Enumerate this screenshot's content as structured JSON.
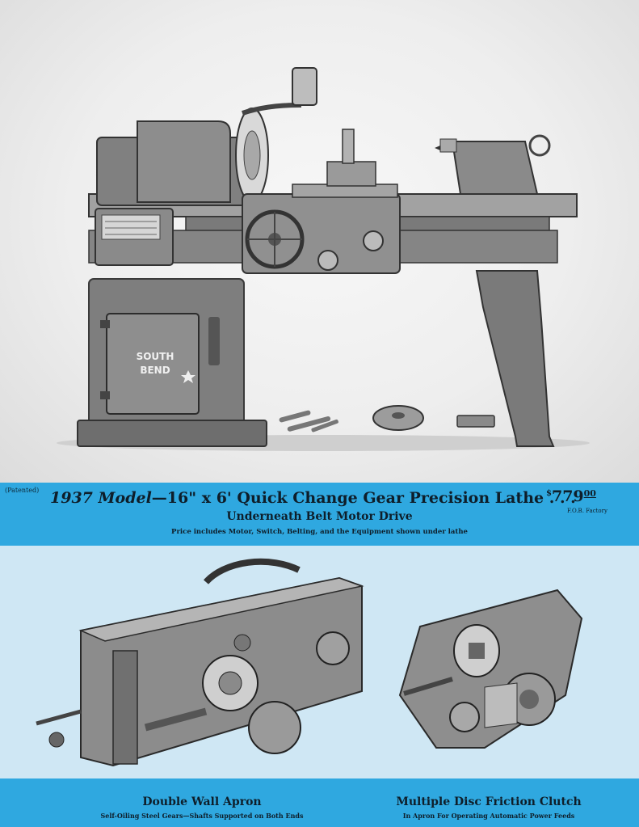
{
  "machine_plate": {
    "line1": "SOUTH",
    "line2": "BEND"
  },
  "banner": {
    "patented": "(Patented)",
    "model": "1937 Model",
    "title": "—16\" x 6' Quick Change Gear Precision Lathe . . .",
    "price_symbol": "$",
    "price_dollars": "779",
    "price_cents": "00",
    "fob": "F.O.B. Factory",
    "subtitle": "Underneath Belt Motor Drive",
    "note": "Price includes Motor, Switch, Belting, and the Equipment shown under lathe"
  },
  "captions": {
    "left_title": "Double Wall Apron",
    "left_sub": "Self-Oiling Steel Gears—Shafts Supported on Both Ends",
    "right_title": "Multiple Disc Friction Clutch",
    "right_sub": "In Apron For Operating Automatic Power Feeds"
  },
  "colors": {
    "banner_blue": "#2fa8e0",
    "lower_bg": "#cfe7f4",
    "machine_gray": "#7d7d7d"
  }
}
